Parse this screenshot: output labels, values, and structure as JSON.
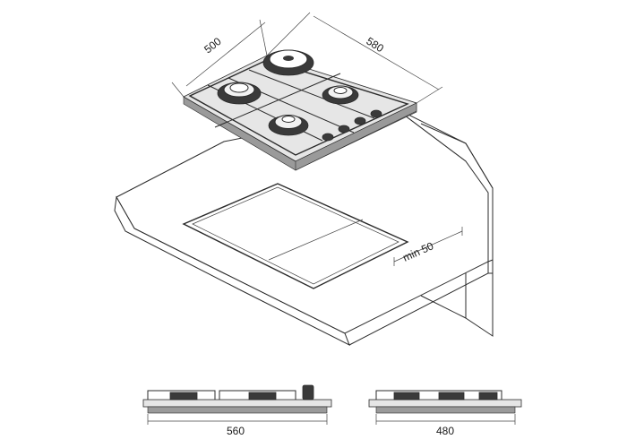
{
  "dimensions": {
    "depth": "500",
    "width": "580",
    "min_clearance": "min 50",
    "front_width": "560",
    "side_depth": "480"
  }
}
